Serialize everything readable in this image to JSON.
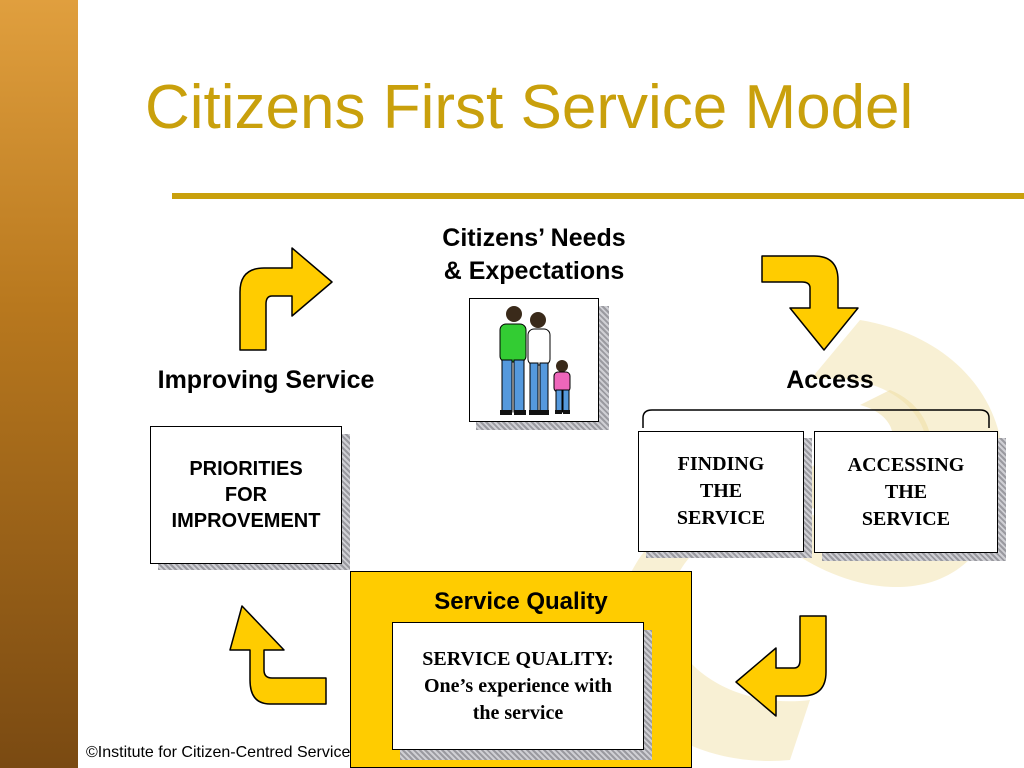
{
  "slide": {
    "title": "Citizens First Service Model",
    "footer": "©Institute for Citizen-Centred Service"
  },
  "diagram": {
    "center_label": "Citizens’ Needs\n& Expectations",
    "left_label": "Improving Service",
    "right_label": "Access",
    "bottom_label": "Service Quality",
    "boxes": {
      "priorities": "PRIORITIES\nFOR\nIMPROVEMENT",
      "finding": "FINDING\nTHE\nSERVICE",
      "accessing": "ACCESSING\nTHE\nSERVICE",
      "service_quality": "SERVICE QUALITY:\nOne’s experience with\nthe service"
    }
  },
  "colors": {
    "title": "#c9a00c",
    "arrow_fill": "#ffcc00",
    "panel": "#ffcc00"
  }
}
